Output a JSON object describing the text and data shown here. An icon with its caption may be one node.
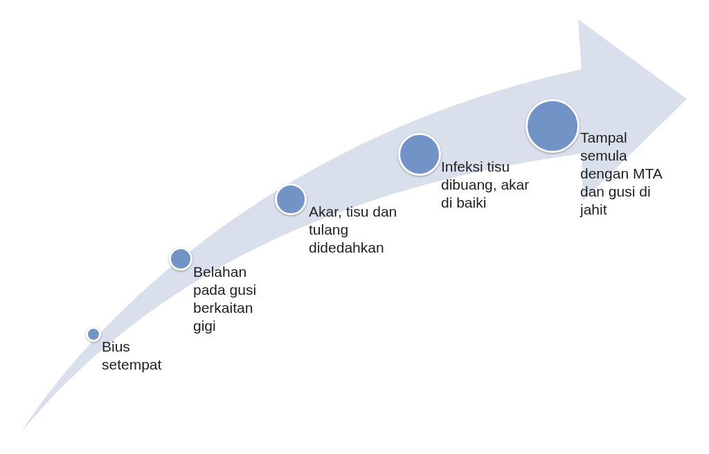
{
  "diagram": {
    "nodes": [
      {
        "text": [],
        "shape": "circle",
        "beside": [
          "Bius setempat"
        ]
      },
      {
        "text": [],
        "shape": "circle",
        "beside": [
          "Belahan pada gusi berkaitan gigi"
        ]
      },
      {
        "text": [],
        "shape": "circle",
        "beside": [
          "Akar, tisu dan tulang didedahkan"
        ]
      },
      {
        "text": [],
        "shape": "circle",
        "beside": [
          "Infeksi tisu dibuang, akar di baiki"
        ]
      },
      {
        "text": [],
        "shape": "circle",
        "beside": [
          "Tampal semula dengan MTA dan gusi di jahit"
        ]
      }
    ]
  }
}
